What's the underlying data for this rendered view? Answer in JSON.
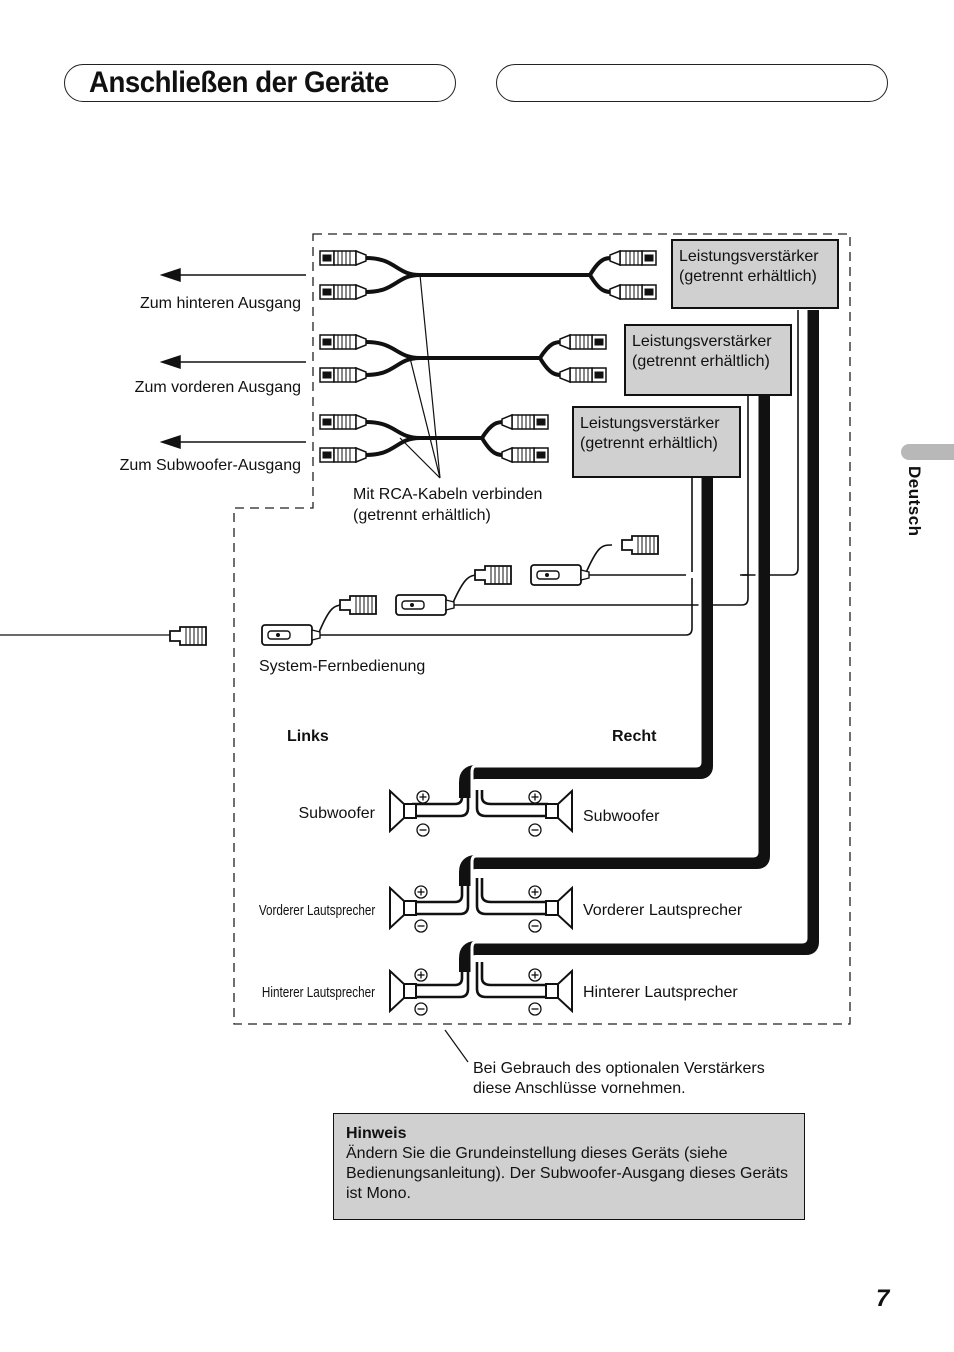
{
  "header": {
    "title": "Anschließen der Geräte"
  },
  "side_tab": {
    "language": "Deutsch"
  },
  "page_number": "7",
  "diagram": {
    "outputs": {
      "rear": "Zum hinteren Ausgang",
      "front": "Zum vorderen Ausgang",
      "subwoofer": "Zum Subwoofer-Ausgang"
    },
    "rca_note_line1": "Mit RCA-Kabeln verbinden",
    "rca_note_line2": "(getrennt erhältlich)",
    "amplifier_line1": "Leistungsverstärker",
    "amplifier_line2": "(getrennt erhältlich)",
    "remote": "System-Fernbedienung",
    "left": "Links",
    "right": "Recht",
    "speakers": {
      "subwoofer": "Subwoofer",
      "front": "Vorderer Lautsprecher",
      "rear": "Hinterer Lautsprecher"
    },
    "optional_note_line1": "Bei Gebrauch des optionalen Verstärkers",
    "optional_note_line2": "diese Anschlüsse vornehmen."
  },
  "note": {
    "title": "Hinweis",
    "text": "Ändern Sie die Grundeinstellung dieses Geräts (siehe Bedienungsanleitung). Der Subwoofer-Ausgang dieses Geräts ist Mono."
  }
}
